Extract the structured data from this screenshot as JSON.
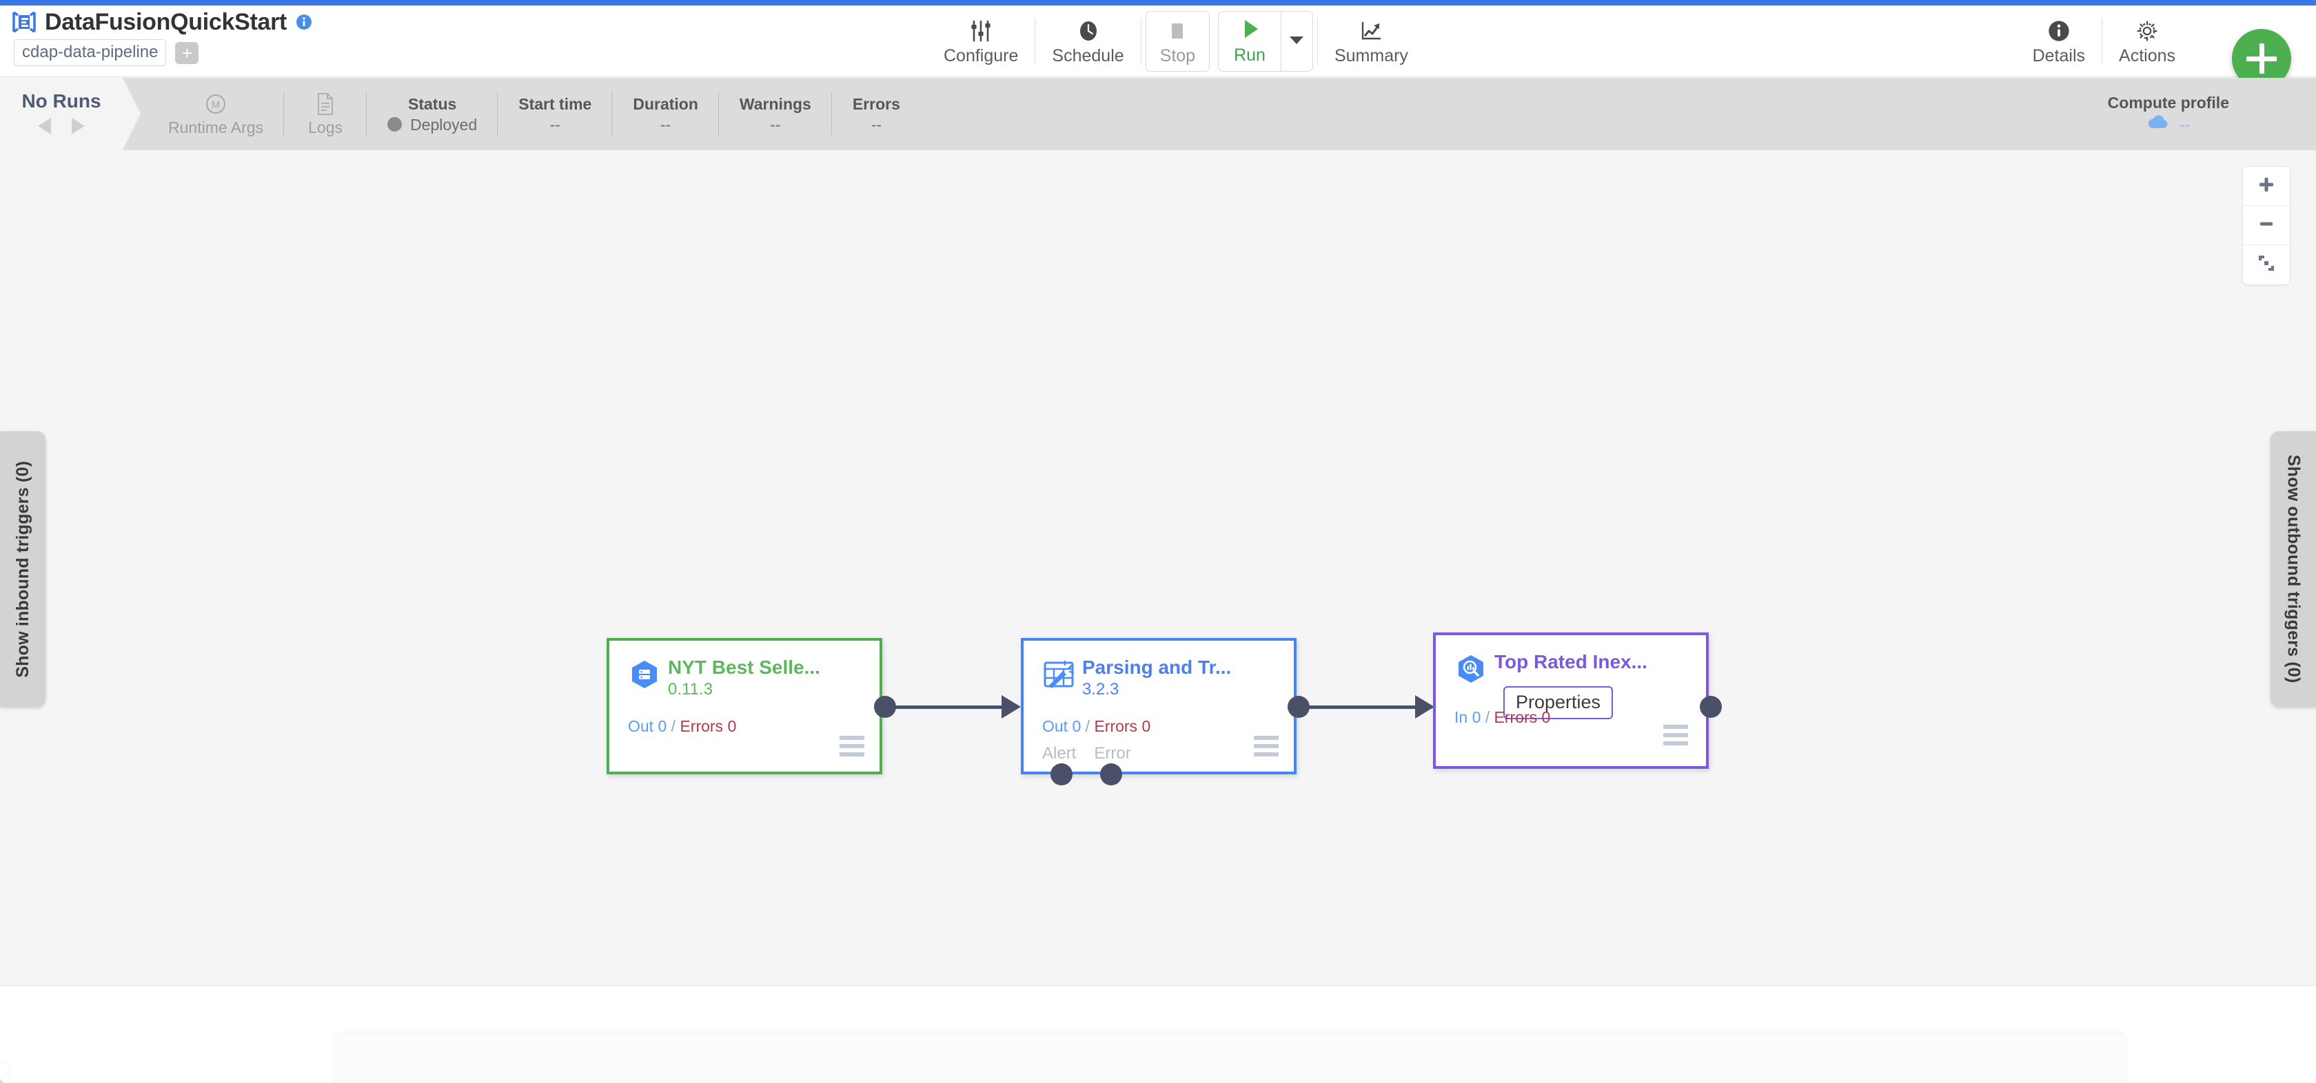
{
  "header": {
    "logo_icon": "cdap-logo-icon",
    "pipeline_title": "DataFusionQuickStart",
    "info_icon": "info-circle-icon",
    "pipeline_type": "cdap-data-pipeline",
    "add_badge_label": "+",
    "toolbar_center": [
      {
        "label": "Configure",
        "icon": "sliders-icon",
        "state": "enabled"
      },
      {
        "label": "Schedule",
        "icon": "clock-icon",
        "state": "enabled"
      },
      {
        "label": "Stop",
        "icon": "stop-square-icon",
        "state": "disabled"
      },
      {
        "label": "Run",
        "icon": "play-triangle-icon",
        "state": "enabled"
      },
      {
        "label": "Summary",
        "icon": "line-chart-icon",
        "state": "enabled"
      }
    ],
    "run_caret_icon": "caret-down-icon",
    "toolbar_right": [
      {
        "label": "Details",
        "icon": "info-circle-icon"
      },
      {
        "label": "Actions",
        "icon": "gear-icon"
      }
    ],
    "fab": {
      "label": "+",
      "icon": "plus-icon",
      "color": "#4caf50"
    }
  },
  "statusbar": {
    "runs_title": "No Runs",
    "prev_icon": "caret-left-icon",
    "next_icon": "caret-right-icon",
    "items": [
      {
        "icon": "circle-m-icon",
        "label": "Runtime Args",
        "value": "",
        "muted": true
      },
      {
        "icon": "document-icon",
        "label": "Logs",
        "value": "",
        "muted": true
      }
    ],
    "fields": [
      {
        "label": "Status",
        "value": "Deployed",
        "dot_color": "#8a8a8a"
      },
      {
        "label": "Start time",
        "value": "--"
      },
      {
        "label": "Duration",
        "value": "--"
      },
      {
        "label": "Warnings",
        "value": "--"
      },
      {
        "label": "Errors",
        "value": "--"
      }
    ],
    "compute_profile": {
      "label": "Compute profile",
      "icon": "cloud-icon",
      "value": "--"
    }
  },
  "canvas": {
    "zoom_controls": [
      {
        "icon": "zoom-in-plus-icon",
        "name": "zoom-in-button"
      },
      {
        "icon": "zoom-out-minus-icon",
        "name": "zoom-out-button"
      },
      {
        "icon": "fit-to-screen-icon",
        "name": "fit-to-screen-button"
      }
    ],
    "trigger_left": "Show inbound triggers (0)",
    "trigger_right": "Show outbound triggers (0)",
    "nodes": [
      {
        "name": "NYT Best Selle...",
        "version": "0.11.3",
        "icon": "gcs-source-hexagon-icon",
        "color": "#4caf50",
        "metrics": {
          "in_out_label": "Out 0",
          "sep": "/",
          "errors_label": "Errors 0"
        },
        "ports": [],
        "menu_icon": "hamburger-menu-icon"
      },
      {
        "name": "Parsing and Tr...",
        "version": "3.2.3",
        "icon": "wrangler-transform-icon",
        "color": "#4285f4",
        "metrics": {
          "in_out_label": "Out 0",
          "sep": "/",
          "errors_label": "Errors 0"
        },
        "ports": [
          "Alert",
          "Error"
        ],
        "menu_icon": "hamburger-menu-icon"
      },
      {
        "name": "Top Rated Inex...",
        "version": "",
        "icon": "bigquery-sink-hexagon-icon",
        "color": "#7e57e0",
        "metrics": {
          "in_out_label": "In 0",
          "sep": "/",
          "errors_label": "Errors 0"
        },
        "ports": [],
        "menu_icon": "hamburger-menu-icon",
        "tooltip": "Properties"
      }
    ],
    "connector_color": "#4a5067"
  }
}
